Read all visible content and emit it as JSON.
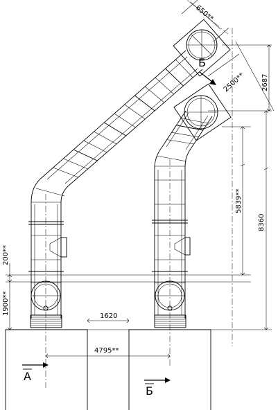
{
  "dimensions": {
    "d650": "650**",
    "d2500": "2500**",
    "d2687": "2687",
    "d5839": "5839**",
    "d8360": "8360",
    "d200": "200**",
    "d1900": "1900**",
    "d1620": "1620",
    "d4795": "4795**"
  },
  "section_labels": {
    "a_bottom": "А",
    "b_bottom": "Б",
    "b_top": "Б"
  }
}
